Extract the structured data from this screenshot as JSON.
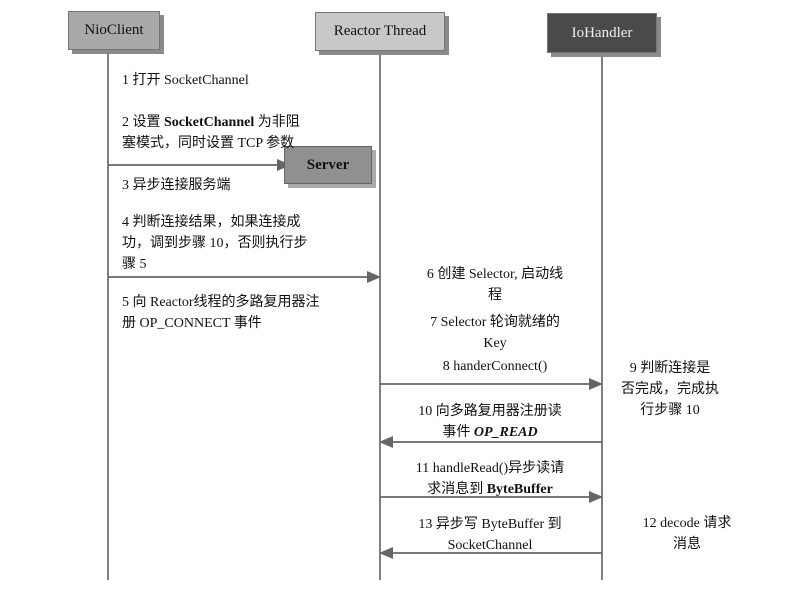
{
  "actors": {
    "nio_client": "NioClient",
    "reactor_thread": "Reactor Thread",
    "io_handler": "IoHandler",
    "server": "Server"
  },
  "steps": {
    "s1": "1 打开 SocketChannel",
    "s2_prefix": "2 设置 ",
    "s2_bold": "SocketChannel",
    "s2_suffix": " 为非阻",
    "s2_line2": "塞模式，同时设置 TCP 参数",
    "s3": "3 异步连接服务端",
    "s4": "4 判断连接结果，如果连接成\n功，调到步骤 10，否则执行步\n骤 5",
    "s5": "5 向 Reactor线程的多路复用器注\n册 OP_CONNECT 事件",
    "s6": "6 创建 Selector, 启动线\n程",
    "s7": "7 Selector 轮询就绪的\nKey",
    "s8": "8 handerConnect()",
    "s9": "9 判断连接是\n否完成，完成执\n行步骤 10",
    "s10_line1": "10 向多路复用器注册读",
    "s10_prefix": "事件 ",
    "s10_bold": "OP_READ",
    "s11_line1": "11 handleRead()异步读请",
    "s11_prefix": "求消息到 ",
    "s11_bold": "ByteBuffer",
    "s12": "12 decode 请求\n消息",
    "s13": "13 异步写 ByteBuffer 到\nSocketChannel"
  }
}
